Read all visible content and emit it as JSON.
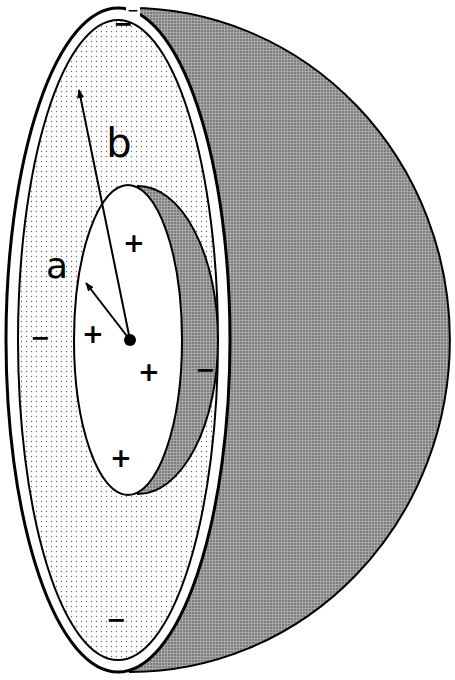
{
  "diagram": {
    "labels": [
      "b",
      "a",
      "+",
      "+",
      "+",
      "+",
      "−",
      "−",
      "−",
      "−",
      "−"
    ]
  }
}
